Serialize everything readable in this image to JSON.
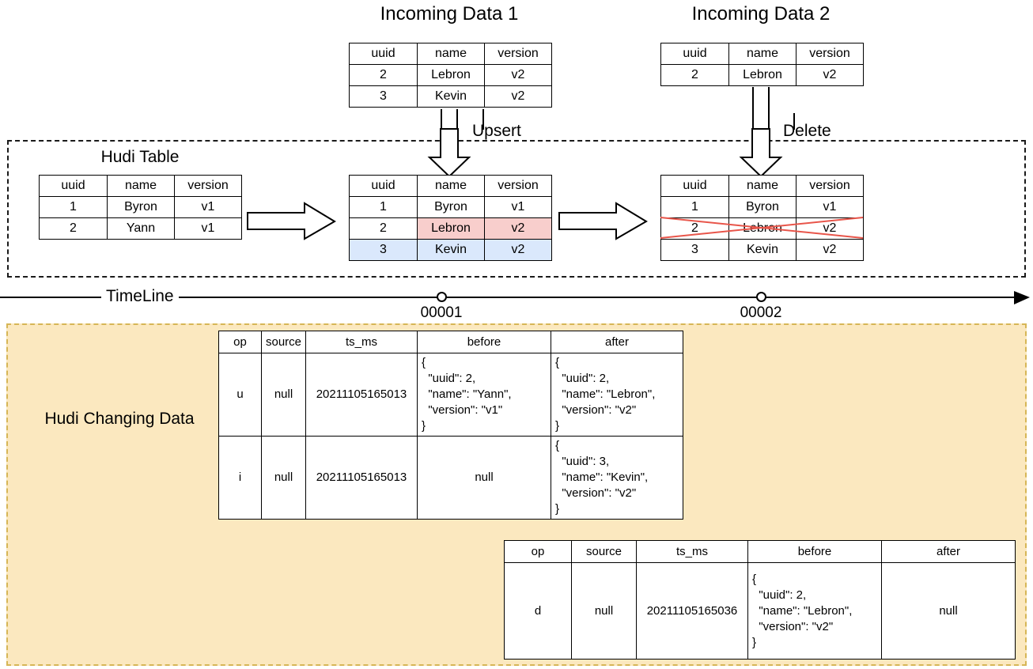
{
  "diagram": {
    "title_incoming_1": "Incoming Data 1",
    "title_incoming_2": "Incoming Data 2",
    "hudi_table_title": "Hudi Table",
    "hudi_changing_data_label": "Hudi Changing Data",
    "upsert_label": "Upsert",
    "delete_label": "Delete",
    "timeline_label": "TimeLine",
    "colors": {
      "updated_row": "#f8cecc",
      "inserted_row": "#dae8fc",
      "deleted_mark": "#e8554a",
      "cdc_region_bg": "#fbe8bf",
      "cdc_region_border": "#d6b656",
      "table_border": "#000000"
    }
  },
  "timeline": {
    "commits": [
      {
        "label": "00001"
      },
      {
        "label": "00002"
      }
    ]
  },
  "tables": {
    "headers": [
      "uuid",
      "name",
      "version"
    ],
    "incoming_1": {
      "rows": [
        [
          "2",
          "Lebron",
          "v2"
        ],
        [
          "3",
          "Kevin",
          "v2"
        ]
      ]
    },
    "incoming_2": {
      "rows": [
        [
          "2",
          "Lebron",
          "v2"
        ]
      ]
    },
    "hudi_initial": {
      "rows": [
        [
          "1",
          "Byron",
          "v1"
        ],
        [
          "2",
          "Yann",
          "v1"
        ]
      ]
    },
    "hudi_after_upsert": {
      "rows": [
        {
          "cells": [
            "1",
            "Byron",
            "v1"
          ],
          "highlight": [
            "none",
            "none",
            "none"
          ]
        },
        {
          "cells": [
            "2",
            "Lebron",
            "v2"
          ],
          "highlight": [
            "none",
            "pink",
            "pink"
          ]
        },
        {
          "cells": [
            "3",
            "Kevin",
            "v2"
          ],
          "highlight": [
            "blue",
            "blue",
            "blue"
          ]
        }
      ]
    },
    "hudi_after_delete": {
      "rows": [
        {
          "cells": [
            "1",
            "Byron",
            "v1"
          ],
          "struck": false
        },
        {
          "cells": [
            "2",
            "Lebron",
            "v2"
          ],
          "struck": true
        },
        {
          "cells": [
            "3",
            "Kevin",
            "v2"
          ],
          "struck": false
        }
      ]
    }
  },
  "cdc": {
    "headers": [
      "op",
      "source",
      "ts_ms",
      "before",
      "after"
    ],
    "commit_00001_rows": [
      {
        "op": "u",
        "source": "null",
        "ts_ms": "20211105165013",
        "before": "{\n  \"uuid\": 2,\n  \"name\": \"Yann\",\n  \"version\": \"v1\"\n}",
        "after": "{\n  \"uuid\": 2,\n  \"name\": \"Lebron\",\n  \"version\": \"v2\"\n}"
      },
      {
        "op": "i",
        "source": "null",
        "ts_ms": "20211105165013",
        "before": "null",
        "after": "{\n  \"uuid\": 3,\n  \"name\": \"Kevin\",\n  \"version\": \"v2\"\n}"
      }
    ],
    "commit_00002_rows": [
      {
        "op": "d",
        "source": "null",
        "ts_ms": "20211105165036",
        "before": "{\n  \"uuid\": 2,\n  \"name\": \"Lebron\",\n  \"version\": \"v2\"\n}",
        "after": "null"
      }
    ]
  }
}
